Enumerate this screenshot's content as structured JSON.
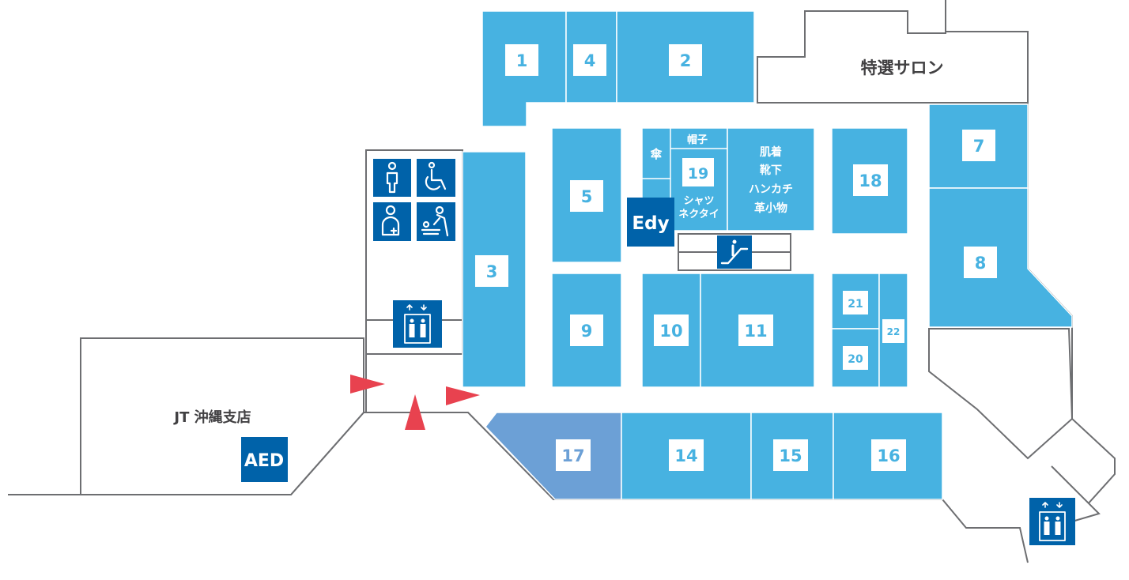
{
  "stores": [
    {
      "id": "s1",
      "label": "1"
    },
    {
      "id": "s4",
      "label": "4"
    },
    {
      "id": "s2",
      "label": "2"
    },
    {
      "id": "s3",
      "label": "3"
    },
    {
      "id": "s5",
      "label": "5"
    },
    {
      "id": "s7",
      "label": "7"
    },
    {
      "id": "s8",
      "label": "8"
    },
    {
      "id": "s9",
      "label": "9"
    },
    {
      "id": "s10",
      "label": "10"
    },
    {
      "id": "s11",
      "label": "11"
    },
    {
      "id": "s14",
      "label": "14"
    },
    {
      "id": "s15",
      "label": "15"
    },
    {
      "id": "s16",
      "label": "16"
    },
    {
      "id": "s17",
      "label": "17"
    },
    {
      "id": "s18",
      "label": "18"
    },
    {
      "id": "s19",
      "label": "19"
    },
    {
      "id": "s20",
      "label": "20"
    },
    {
      "id": "s21",
      "label": "21"
    },
    {
      "id": "s22",
      "label": "22"
    }
  ],
  "zones": {
    "salon": "特選サロン",
    "jt_branch": "JT 沖縄支店",
    "hats": "帽子",
    "umbrella": "傘",
    "shirts": "シャツ",
    "neckties": "ネクタイ",
    "underwear": "肌着",
    "socks": "靴下",
    "handkerchief": "ハンカチ",
    "leather_goods": "革小物"
  },
  "badges": {
    "edy": "Edy",
    "aed": "AED"
  },
  "icons": [
    "restroom-icon",
    "wheelchair-icon",
    "nursing-room-icon",
    "baby-changing-icon",
    "elevator-icon",
    "escalator-icon",
    "entrance-arrow-icon"
  ],
  "colors": {
    "store": "#47b2e1",
    "store_highlight": "#6ca0d6",
    "facility_badge": "#0062a9",
    "entrance_arrow": "#e8424f",
    "wall": "#6d6e71"
  }
}
